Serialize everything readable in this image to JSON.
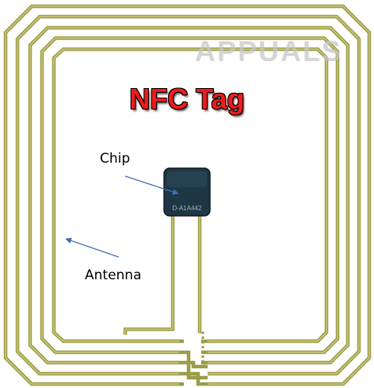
{
  "title": "NFC Tag",
  "watermark": "APPUALS",
  "labels": {
    "chip": "Chip",
    "antenna": "Antenna"
  },
  "chip_marking": "D-A1A442",
  "colors": {
    "antenna_trace": "#9c9c48",
    "antenna_trace_highlight": "#d4d48c",
    "title": "#ee1c1c",
    "chip_body": "#1f3744",
    "arrow": "#3f6fb6",
    "watermark": "#c7c7c7"
  }
}
